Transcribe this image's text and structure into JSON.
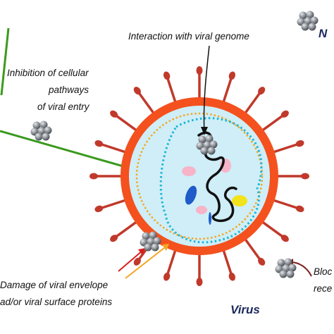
{
  "labels": {
    "genome": "Interaction with viral genome",
    "entry_line1": "Inhibition of cellular",
    "entry_line2": "pathways",
    "entry_line3": "of viral entry",
    "envelope_line1": "Damage of viral envelope",
    "envelope_line2": "ad/or viral surface proteins",
    "receptor_line1": "Bloc",
    "receptor_line2": "rece",
    "virus": "Virus",
    "top_right": "N"
  },
  "colors": {
    "envelope": "#f4511e",
    "interior": "#cfeef7",
    "spike": "#c0392b",
    "dotted_ring": "#f5a623",
    "dotted_inner": "#19b5d8",
    "genome": "#111111",
    "green_line": "#3a9a1e",
    "nanoparticle": "#8a8f96",
    "title_text": "#1c2a5c"
  },
  "icons": [
    "nanoparticle-cluster-icon",
    "spike-protein-icon"
  ]
}
